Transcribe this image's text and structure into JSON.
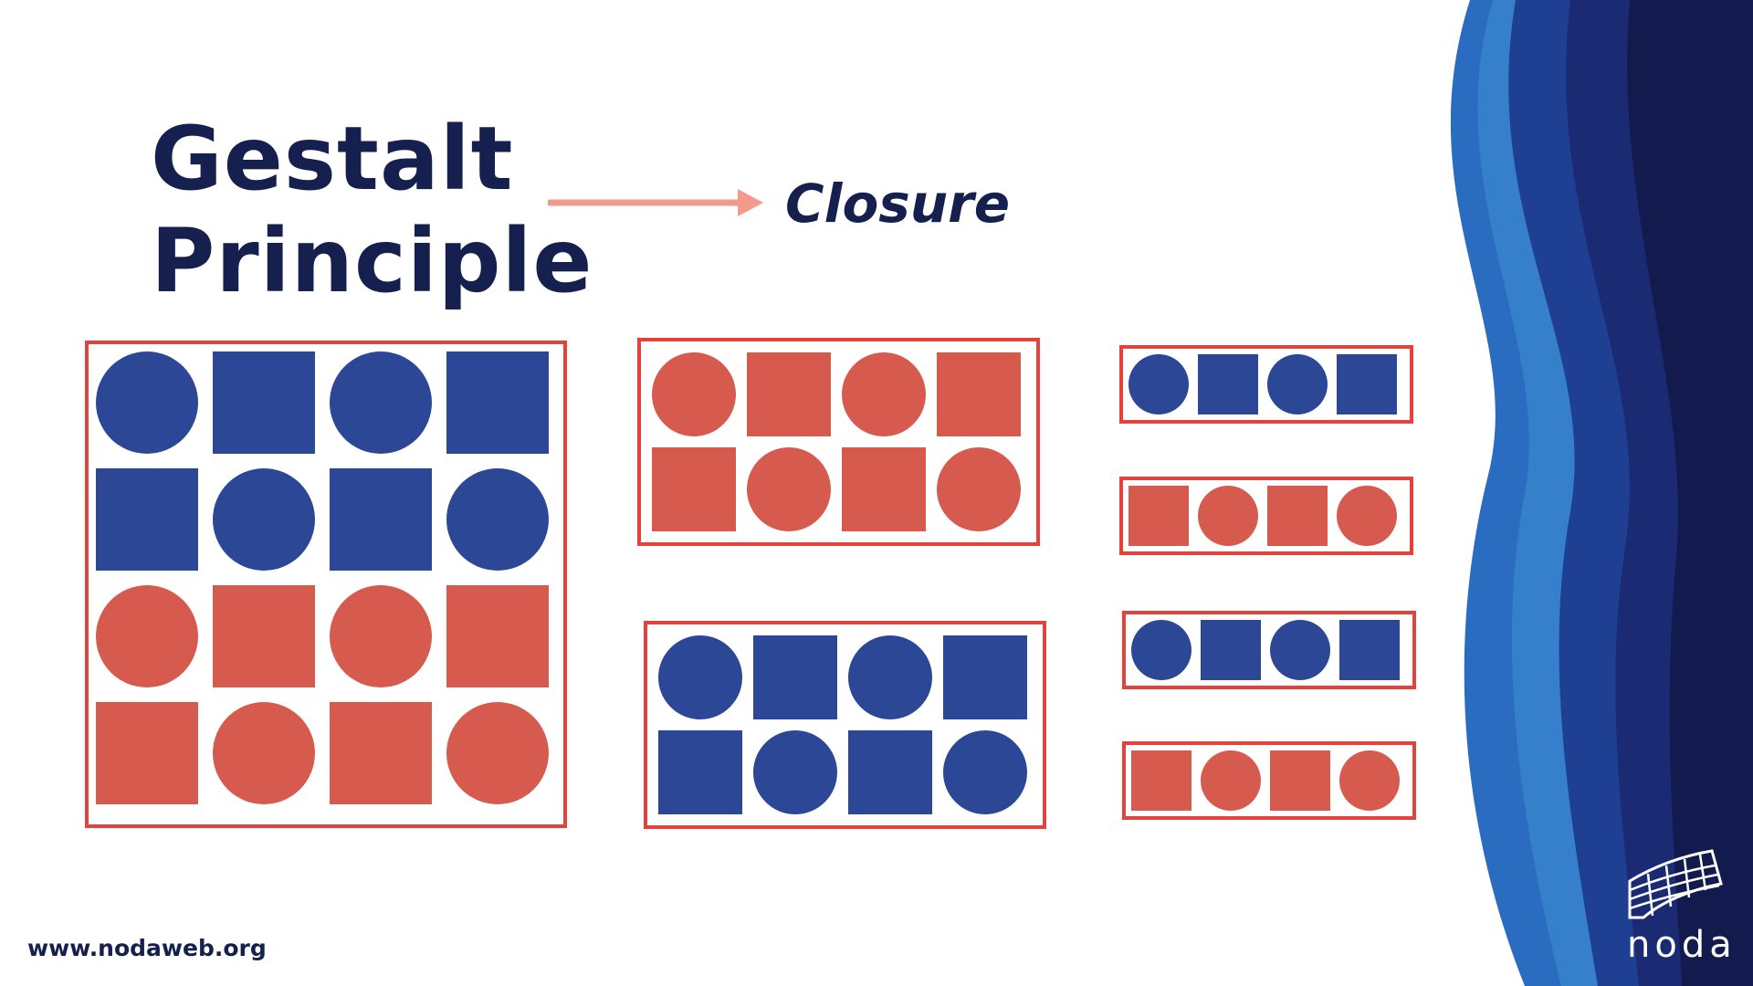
{
  "title": {
    "line1": "Gestalt",
    "line2": "Principle"
  },
  "subtitle": "Closure",
  "footer": {
    "url": "www.nodaweb.org"
  },
  "logo": {
    "text": "noda",
    "icon": "noda-grid-logo-icon"
  },
  "colors": {
    "navy": "#16204f",
    "blue": "#2b4796",
    "red": "#d65a4d",
    "frame": "#e3423d",
    "arrow": "#f29a8c"
  },
  "groups": [
    {
      "id": "large",
      "cols": 4,
      "rows": [
        {
          "color": "blue",
          "pattern": [
            "circle",
            "square",
            "circle",
            "square"
          ]
        },
        {
          "color": "blue",
          "pattern": [
            "square",
            "circle",
            "square",
            "circle"
          ]
        },
        {
          "color": "red",
          "pattern": [
            "circle",
            "square",
            "circle",
            "square"
          ]
        },
        {
          "color": "red",
          "pattern": [
            "square",
            "circle",
            "square",
            "circle"
          ]
        }
      ]
    },
    {
      "id": "medium-top",
      "cols": 4,
      "rows": [
        {
          "color": "red",
          "pattern": [
            "circle",
            "square",
            "circle",
            "square"
          ]
        },
        {
          "color": "red",
          "pattern": [
            "square",
            "circle",
            "square",
            "circle"
          ]
        }
      ]
    },
    {
      "id": "medium-bottom",
      "cols": 4,
      "rows": [
        {
          "color": "blue",
          "pattern": [
            "circle",
            "square",
            "circle",
            "square"
          ]
        },
        {
          "color": "blue",
          "pattern": [
            "square",
            "circle",
            "square",
            "circle"
          ]
        }
      ]
    },
    {
      "id": "small-1",
      "cols": 4,
      "rows": [
        {
          "color": "blue",
          "pattern": [
            "circle",
            "square",
            "circle",
            "square"
          ]
        }
      ]
    },
    {
      "id": "small-2",
      "cols": 4,
      "rows": [
        {
          "color": "red",
          "pattern": [
            "square",
            "circle",
            "square",
            "circle"
          ]
        }
      ]
    },
    {
      "id": "small-3",
      "cols": 4,
      "rows": [
        {
          "color": "blue",
          "pattern": [
            "circle",
            "square",
            "circle",
            "square"
          ]
        }
      ]
    },
    {
      "id": "small-4",
      "cols": 4,
      "rows": [
        {
          "color": "red",
          "pattern": [
            "square",
            "circle",
            "square",
            "circle"
          ]
        }
      ]
    }
  ]
}
